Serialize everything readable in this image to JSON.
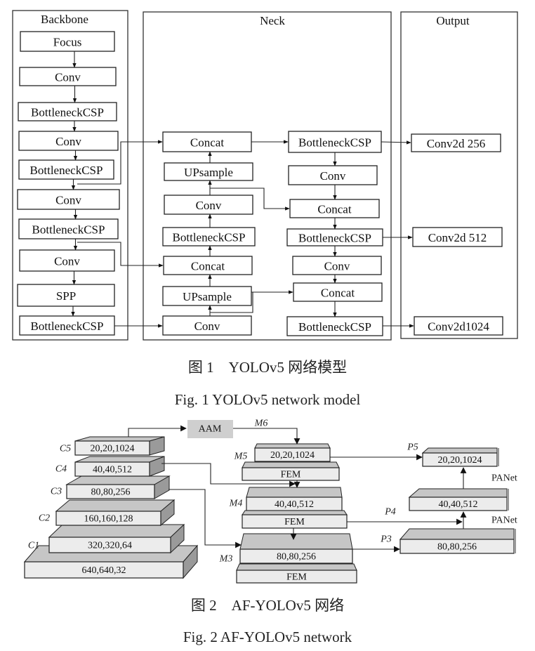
{
  "figure1": {
    "panels": {
      "backbone": "Backbone",
      "neck": "Neck",
      "output": "Output"
    },
    "backbone": [
      "Focus",
      "Conv",
      "BottleneckCSP",
      "Conv",
      "BottleneckCSP",
      "Conv",
      "BottleneckCSP",
      "Conv",
      "SPP",
      "BottleneckCSP"
    ],
    "neck_left": [
      "Concat",
      "UPsample",
      "Conv",
      "BottleneckCSP",
      "Concat",
      "UPsample",
      "Conv"
    ],
    "neck_right": [
      "BottleneckCSP",
      "Conv",
      "Concat",
      "BottleneckCSP",
      "Conv",
      "Concat",
      "BottleneckCSP"
    ],
    "output": [
      "Conv2d 256",
      "Conv2d 512",
      "Conv2d1024"
    ],
    "caption_cn": "图 1　YOLOv5 网络模型",
    "caption_en": "Fig. 1 YOLOv5 network model"
  },
  "figure2": {
    "aam": "AAM",
    "m6": "M6",
    "c_labels": [
      "C5",
      "C4",
      "C3",
      "C2",
      "C1",
      ""
    ],
    "c_values": [
      "20,20,1024",
      "40,40,512",
      "80,80,256",
      "160,160,128",
      "320,320,64",
      "640,640,32"
    ],
    "m_labels": [
      "M5",
      "M4",
      "M3"
    ],
    "m_values": [
      "20,20,1024",
      "40,40,512",
      "80,80,256"
    ],
    "fem": "FEM",
    "p_labels": [
      "P5",
      "P4",
      "P3"
    ],
    "p_values": [
      "20,20,1024",
      "40,40,512",
      "80,80,256"
    ],
    "panet": [
      "PANet",
      "PANet"
    ],
    "colors": {
      "front": "#ececec",
      "top": "#c6c6c6",
      "side": "#9a9a9a",
      "aam": "#cfcfcf"
    },
    "caption_cn": "图 2　AF-YOLOv5 网络",
    "caption_en": "Fig. 2 AF-YOLOv5 network"
  }
}
